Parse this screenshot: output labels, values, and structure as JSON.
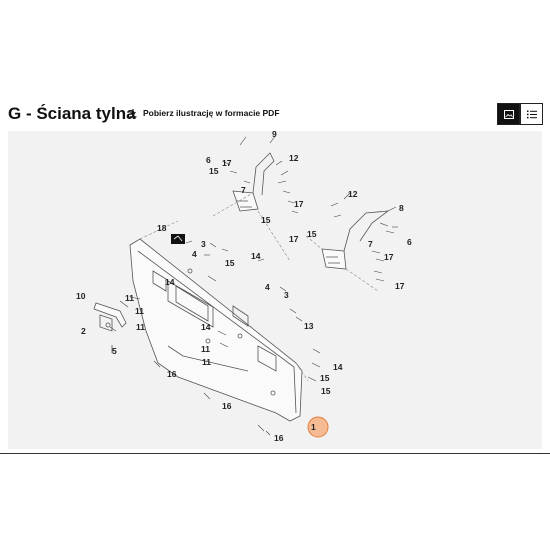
{
  "header": {
    "title": "G - Ściana tylna",
    "pdf_link_label": "Pobierz ilustrację w formacie PDF"
  },
  "view_toggle": {
    "image_view_icon": "image-icon",
    "list_view_icon": "list-icon",
    "active": "image"
  },
  "diagram": {
    "labels": {
      "l1": "1",
      "l2": "2",
      "l3a": "3",
      "l3b": "3",
      "l4a": "4",
      "l4b": "4",
      "l5": "5",
      "l6a": "6",
      "l6b": "6",
      "l7a": "7",
      "l7b": "7",
      "l8": "8",
      "l9": "9",
      "l10": "10",
      "l11a": "11",
      "l11b": "11",
      "l11c": "11",
      "l11d": "11",
      "l11e": "11",
      "l12a": "12",
      "l12b": "12",
      "l13": "13",
      "l14a": "14",
      "l14b": "14",
      "l14c": "14",
      "l14d": "14",
      "l15a": "15",
      "l15b": "15",
      "l15c": "15",
      "l15d": "15",
      "l15e": "15",
      "l15f": "15",
      "l16a": "16",
      "l16b": "16",
      "l16c": "16",
      "l17a": "17",
      "l17b": "17",
      "l17c": "17",
      "l17d": "17",
      "l17e": "17",
      "l18": "18"
    },
    "highlight_color": "#f7a873"
  }
}
